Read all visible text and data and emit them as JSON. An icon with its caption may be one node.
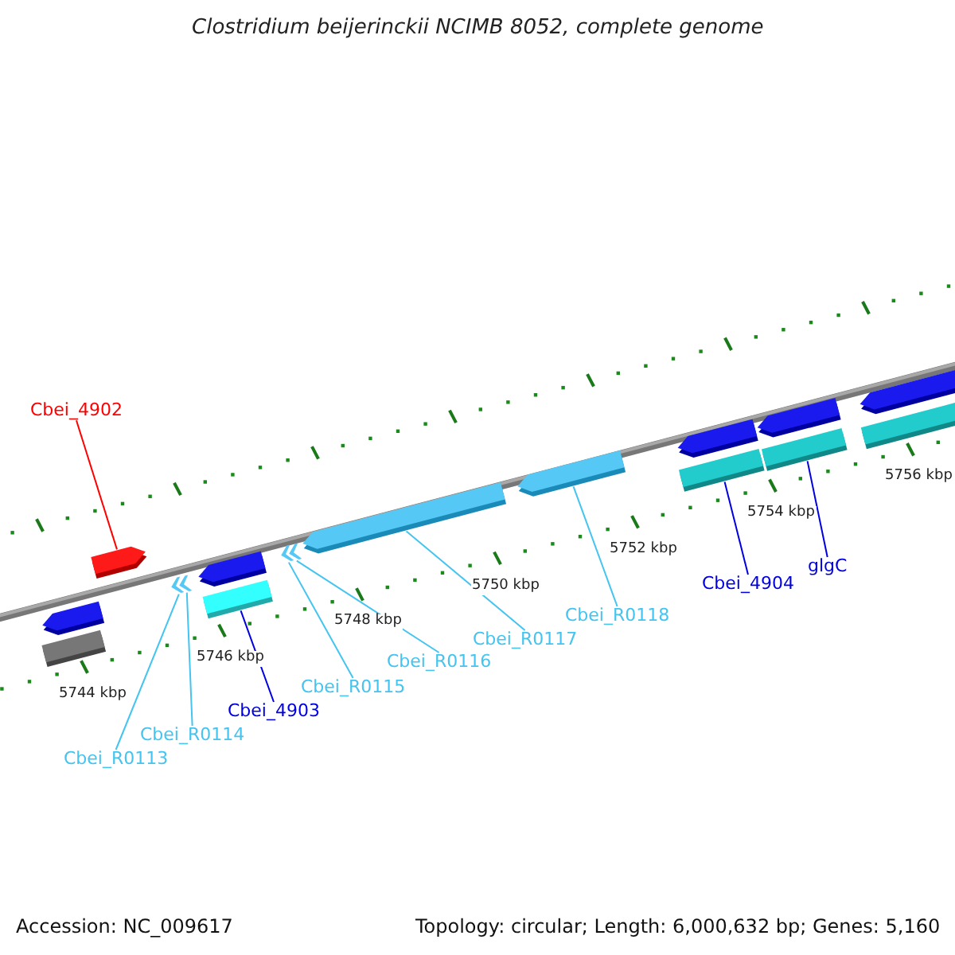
{
  "diagram": {
    "title": "Clostridium beijerinckii NCIMB 8052, complete genome",
    "nodes": [
      {
        "text": [
          "Cbei_4902"
        ]
      },
      {
        "text": [],
        "shape": "arrow"
      },
      {
        "text": [],
        "shape": "arrow"
      },
      {
        "text": [],
        "shape": "bar"
      },
      {
        "text": [],
        "shape": "chevron"
      },
      {
        "text": [],
        "shape": "chevron"
      },
      {
        "text": [],
        "shape": "arrow"
      },
      {
        "text": [],
        "shape": "bar"
      },
      {
        "text": [],
        "shape": "chevron"
      },
      {
        "text": [],
        "shape": "chevron"
      },
      {
        "text": [],
        "shape": "arrow"
      },
      {
        "text": [],
        "shape": "arrow"
      },
      {
        "text": [],
        "shape": "arrow"
      },
      {
        "text": [],
        "shape": "bar"
      },
      {
        "text": [],
        "shape": "arrow"
      },
      {
        "text": [],
        "shape": "bar"
      },
      {
        "text": [],
        "shape": "arrow"
      },
      {
        "text": [],
        "shape": "bar"
      },
      {
        "text": [
          "Cbei_R0113"
        ]
      },
      {
        "text": [
          "Cbei_R0114"
        ]
      },
      {
        "text": [
          "Cbei_4903"
        ]
      },
      {
        "text": [
          "Cbei_R0115"
        ]
      },
      {
        "text": [
          "Cbei_R0116"
        ]
      },
      {
        "text": [
          "Cbei_R0117"
        ]
      },
      {
        "text": [
          "Cbei_R0118"
        ]
      },
      {
        "text": [
          "Cbei_4904"
        ]
      },
      {
        "text": [
          "glgC"
        ]
      }
    ],
    "edges": [
      {
        "from": 0,
        "to": 1,
        "arrow": "none",
        "color": "#ff0000"
      },
      {
        "from": 18,
        "to": 4,
        "arrow": "none"
      },
      {
        "from": 19,
        "to": 5,
        "arrow": "none"
      },
      {
        "from": 20,
        "to": 7,
        "arrow": "none",
        "color": "#0000e0"
      },
      {
        "from": 21,
        "to": 8,
        "arrow": "none"
      },
      {
        "from": 22,
        "to": 9,
        "arrow": "none"
      },
      {
        "from": 23,
        "to": 10,
        "arrow": "none"
      },
      {
        "from": 24,
        "to": 11,
        "arrow": "none"
      },
      {
        "from": 25,
        "to": 13,
        "arrow": "none",
        "color": "#0000e0"
      },
      {
        "from": 26,
        "to": 15,
        "arrow": "none",
        "color": "#0000e0"
      }
    ],
    "labels": [
      "5744 kbp",
      "5746 kbp",
      "5748 kbp",
      "5750 kbp",
      "5752 kbp",
      "5754 kbp",
      "5756 kbp",
      "Accession: NC_009617",
      "Topology: circular; Length: 6,000,632 bp; Genes: 5,160"
    ]
  }
}
